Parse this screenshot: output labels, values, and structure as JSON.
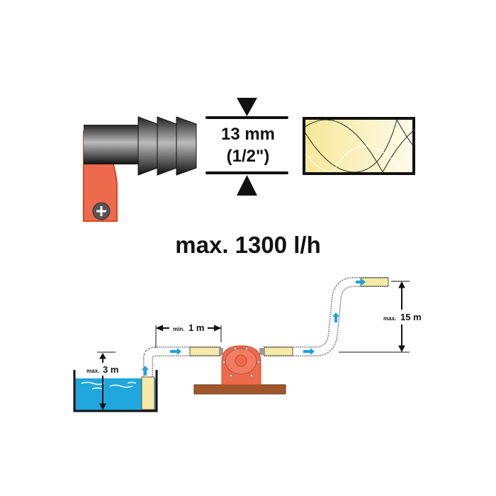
{
  "diameter": {
    "value": "13 mm",
    "inch": "(1/2\")"
  },
  "flow_rate": "max. 1300 l/h",
  "labels": {
    "suction_height_prefix": "max.",
    "suction_height_value": "3 m",
    "min_distance_prefix": "min.",
    "min_distance_value": "1 m",
    "delivery_height_prefix": "max.",
    "delivery_height_value": "15 m"
  },
  "colors": {
    "pump": "#ee6a4c",
    "water": "#1ea6dd",
    "hose": "#f8eeb0",
    "base": "#a0572a",
    "arrow": "#1aa3e0"
  }
}
